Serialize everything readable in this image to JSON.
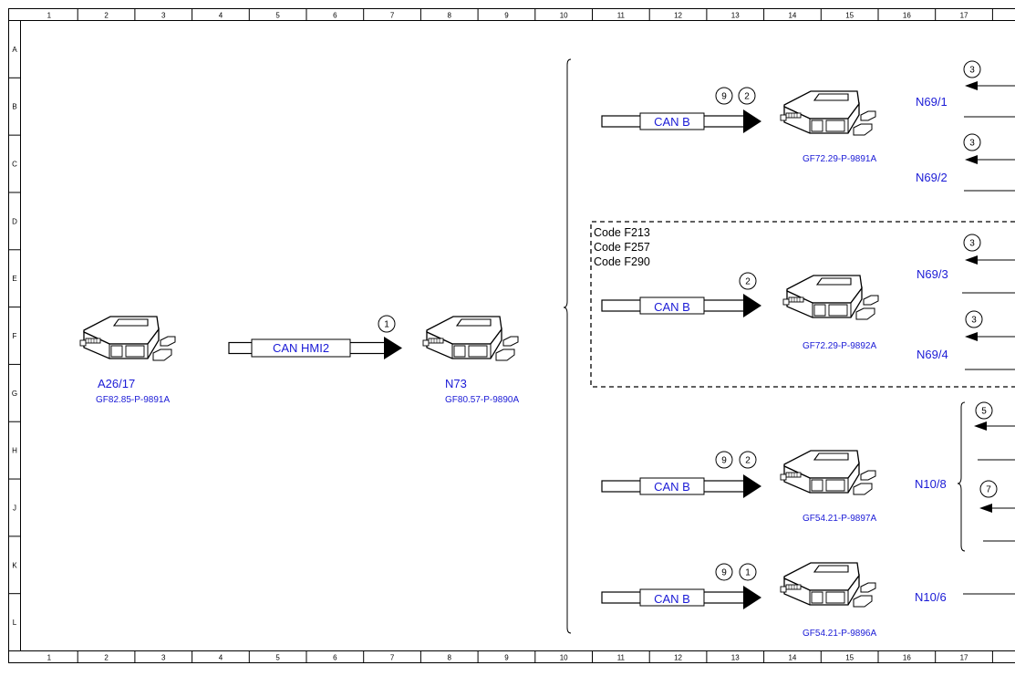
{
  "frame": {
    "columns": [
      "1",
      "2",
      "3",
      "4",
      "5",
      "6",
      "7",
      "8",
      "9",
      "10",
      "11",
      "12",
      "13",
      "14",
      "15",
      "16",
      "17"
    ],
    "rows": [
      "A",
      "B",
      "C",
      "D",
      "E",
      "F",
      "G",
      "H",
      "J",
      "K",
      "L"
    ]
  },
  "colors": {
    "label": "#1a1ad6",
    "line": "#000000"
  },
  "left_group": {
    "source": {
      "name": "A26/17",
      "part": "GF82.85-P-9891A"
    },
    "bus": {
      "label": "CAN HMI2",
      "circles": [
        "1"
      ]
    },
    "target": {
      "name": "N73",
      "part": "GF80.57-P-9890A"
    }
  },
  "right_group": {
    "module_1": {
      "bus": "CAN B",
      "circles": [
        "9",
        "2"
      ],
      "part": "GF72.29-P-9891A",
      "outputs": [
        {
          "name": "N69/1",
          "circle": "3"
        },
        {
          "name": "N69/2",
          "circle": "3"
        }
      ]
    },
    "code_box": {
      "codes": [
        "Code F213",
        "Code F257",
        "Code F290"
      ]
    },
    "module_2": {
      "bus": "CAN B",
      "circles": [
        "2"
      ],
      "part": "GF72.29-P-9892A",
      "outputs": [
        {
          "name": "N69/3",
          "circle": "3"
        },
        {
          "name": "N69/4",
          "circle": "3"
        }
      ]
    },
    "module_3": {
      "bus": "CAN B",
      "circles": [
        "9",
        "2"
      ],
      "part": "GF54.21-P-9897A",
      "name": "N10/8",
      "outputs": [
        {
          "circle": "5"
        },
        {
          "circle": "7"
        }
      ]
    },
    "module_4": {
      "bus": "CAN B",
      "circles": [
        "9",
        "1"
      ],
      "part": "GF54.21-P-9896A",
      "name": "N10/6"
    }
  }
}
